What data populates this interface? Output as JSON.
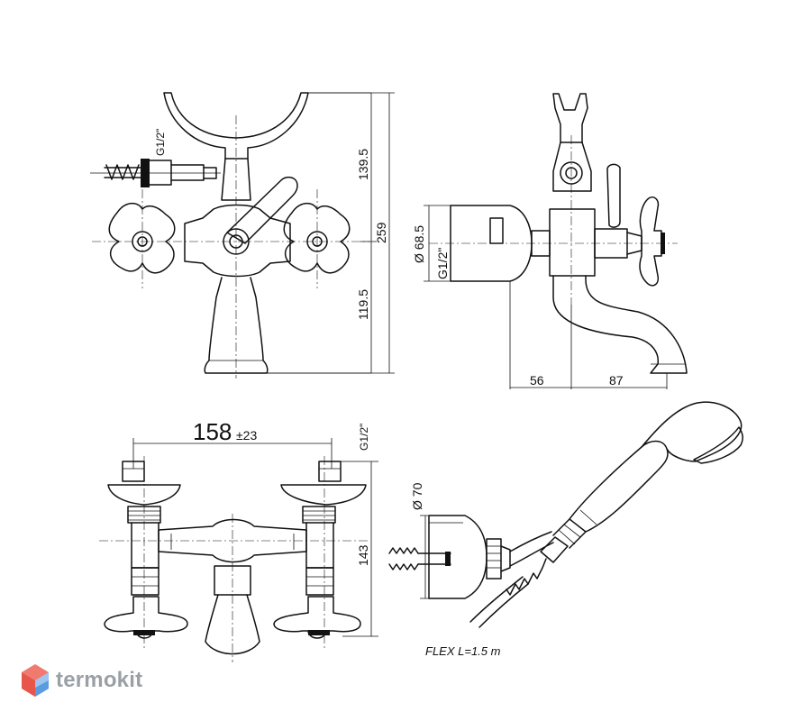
{
  "brand": {
    "name": "termokit"
  },
  "front_view": {
    "dim_upper": "139.5",
    "dim_total": "259",
    "dim_lower": "119.5",
    "thread_label": "G1/2\""
  },
  "side_view": {
    "dim_diameter": "Ø 68.5",
    "thread_label": "G1/2\"",
    "dim_left": "56",
    "dim_right": "87"
  },
  "bottom_view": {
    "dim_spacing": "158",
    "dim_tolerance": "±23",
    "thread_label": "G1/2\"",
    "dim_height": "143"
  },
  "handshower_view": {
    "dim_diameter": "Ø 70",
    "hose_label": "FLEX  L=1.5  m"
  }
}
